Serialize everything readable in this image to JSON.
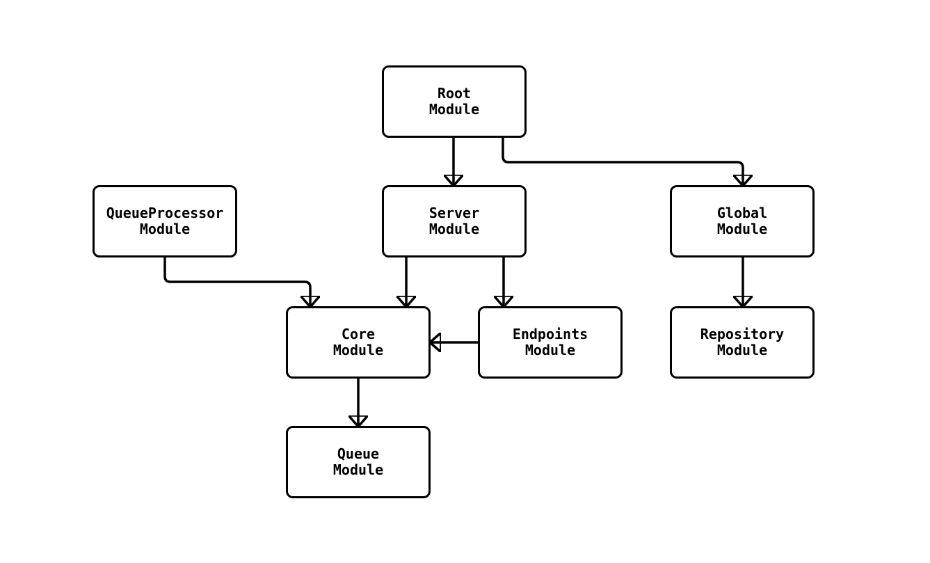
{
  "diagram": {
    "type": "module-dependency-flowchart",
    "colors": {
      "background": "#ffffff",
      "node_fill": "#ffffff",
      "node_border": "#000000",
      "edge": "#000000",
      "text": "#000000"
    },
    "nodes": {
      "root": {
        "label": "Root\nModule"
      },
      "server": {
        "label": "Server\nModule"
      },
      "global": {
        "label": "Global\nModule"
      },
      "queueprocessor": {
        "label": "QueueProcessor\nModule"
      },
      "core": {
        "label": "Core\nModule"
      },
      "endpoints": {
        "label": "Endpoints\nModule"
      },
      "repository": {
        "label": "Repository\nModule"
      },
      "queue": {
        "label": "Queue\nModule"
      }
    },
    "edges": [
      {
        "from": "Root Module",
        "to": "Server Module",
        "directed": true
      },
      {
        "from": "Root Module",
        "to": "Global Module",
        "directed": true
      },
      {
        "from": "QueueProcessor Module",
        "to": "Core Module",
        "directed": true
      },
      {
        "from": "Server Module",
        "to": "Core Module",
        "directed": true
      },
      {
        "from": "Server Module",
        "to": "Endpoints Module",
        "directed": true
      },
      {
        "from": "Endpoints Module",
        "to": "Core Module",
        "directed": true
      },
      {
        "from": "Global Module",
        "to": "Repository Module",
        "directed": true
      },
      {
        "from": "Core Module",
        "to": "Queue Module",
        "directed": true
      }
    ]
  }
}
